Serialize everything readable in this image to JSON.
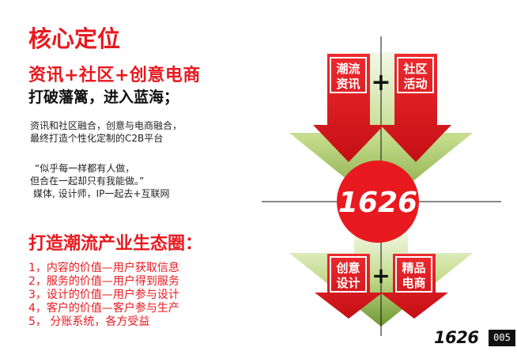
{
  "header": {
    "title": "核心定位",
    "subtitle": "资讯+社区+创意电商",
    "tagline": "打破藩篱，进入蓝海；"
  },
  "intro": {
    "lines": [
      "资讯和社区融合，创意与电商融合，",
      "最终打造个性化定制的C2B平台"
    ]
  },
  "quote": {
    "lines": [
      "“似乎每一样都有人做，",
      "但合在一起却只有我能做。”",
      "媒体, 设计师，IP一起去+互联网"
    ]
  },
  "ecosystem": {
    "heading": "打造潮流产业生态圈：",
    "items": [
      "1，内容的价值—用户获取信息",
      "2，服务的价值—用户得到服务",
      "3，设计的价值—用户参与设计",
      "4，客户的价值—客户参与生产",
      "5， 分账系统，各方受益"
    ]
  },
  "diagram": {
    "center_label": "1626",
    "plus_sign": "+",
    "top_left": [
      "潮流",
      "资讯"
    ],
    "top_right": [
      "社区",
      "活动"
    ],
    "bottom_left": [
      "创意",
      "设计"
    ],
    "bottom_right": [
      "精品",
      "电商"
    ],
    "colors": {
      "red": "#e8191f",
      "green_light": "#cfe7a6",
      "green_dark": "#7ea33a"
    }
  },
  "footer": {
    "brand": "1626",
    "page_number": "005"
  }
}
